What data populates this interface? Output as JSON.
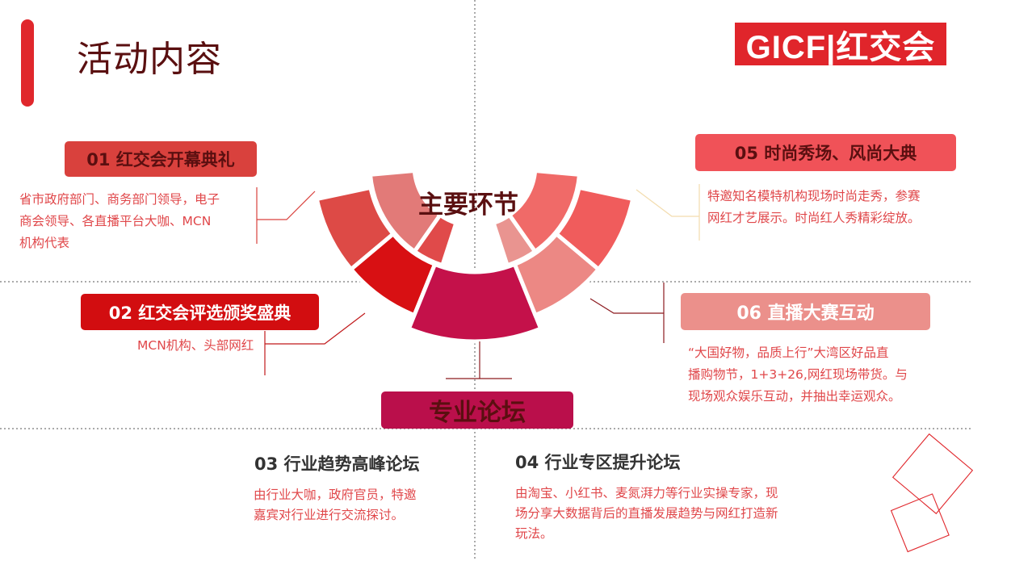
{
  "page": {
    "title": "活动内容"
  },
  "logo": {
    "text": "GICF|红交会"
  },
  "center": {
    "main_label": "主要环节",
    "sub_label": "专业论坛"
  },
  "items": [
    {
      "id": "01",
      "title": "01 红交会开幕典礼",
      "desc_lines": [
        "省市政府部门、商务部门领导，电子",
        "商会领导、各直播平台大咖、MCN",
        "机构代表"
      ]
    },
    {
      "id": "02",
      "title": "02 红交会评选颁奖盛典",
      "desc_lines": [
        "MCN机构、头部网红"
      ]
    },
    {
      "id": "03",
      "title": "03 行业趋势高峰论坛",
      "desc_lines": [
        "由行业大咖，政府官员，特邀",
        "嘉宾对行业进行交流探讨。"
      ]
    },
    {
      "id": "04",
      "title": "04 行业专区提升论坛",
      "desc_lines": [
        "由淘宝、小红书、麦氮湃力等行业实操专家，现",
        "场分享大数据背后的直播发展趋势与网红打造新",
        "玩法。"
      ]
    },
    {
      "id": "05",
      "title": "05 时尚秀场、风尚大典",
      "desc_lines": [
        "特邀知名模特机构现场时尚走秀，参赛",
        "网红才艺展示。时尚红人秀精彩绽放。"
      ]
    },
    {
      "id": "06",
      "title": "06 直播大赛互动",
      "desc_lines": [
        "“大国好物，品质上行”大湾区好品直",
        "播购物节，1+3+26,网红现场带货。与",
        "现场观众娱乐互动，并抽出幸运观众。"
      ]
    }
  ],
  "colors": {
    "accent": "#e0272c",
    "title_dark": "#5a0f10",
    "seg_outer_left": "#dd4a46",
    "seg_inner_left": "#e27a78",
    "seg_mid_left": "#e04a4a",
    "seg_bottom_left": "#d81013",
    "seg_center": "#c4114a",
    "seg_mid_right": "#e99490",
    "seg_inner_right": "#f06a68",
    "seg_outer_right": "#f05c5c",
    "seg_bottom_right": "#ec8884",
    "pill_01": "#d9413d",
    "pill_02": "#d20d10",
    "pill_05": "#f05258",
    "pill_06": "#eb908b",
    "pill_forum": "#ba0f4b"
  }
}
